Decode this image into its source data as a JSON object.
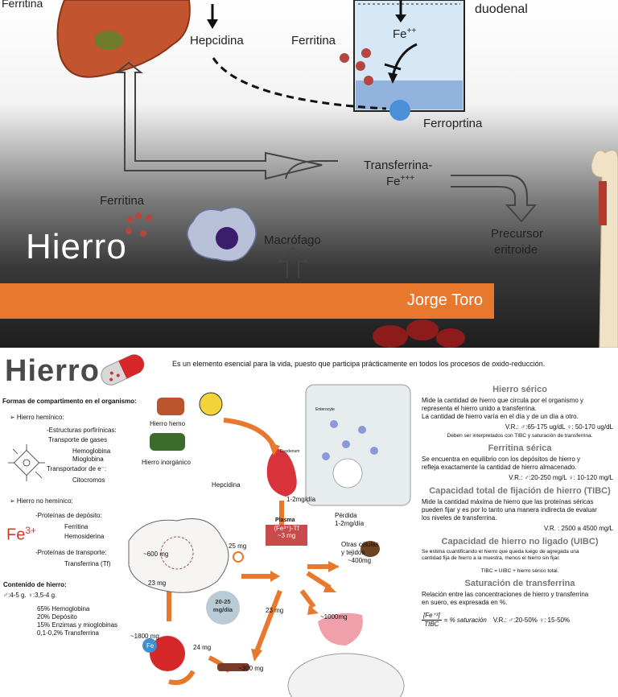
{
  "slide": {
    "labels": {
      "ferritina_top_left": "Ferritina",
      "hepcidina": "Hepcidina",
      "ferritina_mid": "Ferritina",
      "duodenal": "duodenal",
      "fe2": "Fe",
      "fe2_sup": "++",
      "ferroportina": "Ferroprtina",
      "transferrina_1": "Transferrina-",
      "transferrina_2": "Fe",
      "transferrina_sup": "+++",
      "ferritina_low": "Ferritina",
      "macrofago": "Macrófago",
      "precursor_1": "Precursor",
      "precursor_2": "eritroide"
    },
    "title": "Hierro",
    "author": "Jorge Toro",
    "colors": {
      "accent": "#e8782e",
      "vessel": "#3b6fb0",
      "iron_dot": "#b5463f"
    }
  },
  "info": {
    "title": "Hierro",
    "intro": "Es un elemento esencial para la vida, puesto que participa prácticamente en todos los procesos de oxido-reducción.",
    "left": {
      "heading": "Formas de compartimento en el organismo:",
      "hemic": "➢ Hierro hemínico:",
      "porphyrin": "-Estructuras porfirínicas:",
      "gas": "Transporte de gases",
      "hemoglobina": "Hemoglobina",
      "mioglobina": "Mioglobina",
      "electron": "Transportador de e⁻:",
      "citocromos": "Citocromos",
      "nonhemic": "➢ Hierro no hemínico:",
      "deposit": "-Proteínas de depósito:",
      "ferritina": "Ferritina",
      "hemosiderina": "Hemosiderina",
      "transport": "-Proteínas de transporte:",
      "transferrina": "Transferrina (Tf)",
      "fe3": "Fe",
      "fe3_sup": "3+",
      "content_heading": "Contenido de hierro:",
      "content_sex": "♂:4-5 g.     ♀:3,5-4 g.",
      "content_items": [
        "65% Hemoglobina",
        "20% Depósito",
        "15% Enzimas y mioglobinas",
        "0,1-0,2% Transferrina"
      ]
    },
    "center": {
      "hierro_hemo": "Hierro hemo",
      "hierro_inorganico": "Hierro inorgánico",
      "hepcidina": "Hepcidina",
      "duodenum": "Duodenum",
      "enterocyte": "Enterocyte",
      "dose": "1-2mg/día",
      "plasma": "Plasma",
      "plasma_box_1": "(Fe³⁺)-Tf",
      "plasma_box_2": "~3 mg",
      "perdida": "Pérdida",
      "perdida_val": "1-2mg/día",
      "otras_1": "Otras células",
      "otras_2": "y tejidos",
      "otras_val": "~400mg",
      "liver_val": "~1000mg",
      "macro_val": "~600 mg",
      "flow_25": "25 mg",
      "flow_23_left": "23 mg",
      "flow_23_right": "23 mg",
      "flow_24": "24 mg",
      "cycle_1": "20-25",
      "cycle_2": "mg/día",
      "rbc_val": "~1800 mg",
      "bone_val": "~300 mg",
      "fe_badge": "Fe"
    },
    "right": [
      {
        "heading": "Hierro sérico",
        "body": [
          "Mide la cantidad de hierro que circula por el organismo y",
          "representa el hierro unido a transferrina.",
          "La cantidad de hierro varía en el día y de un día a otro."
        ],
        "vr": "V.R.: ♂:65-175 ug/dL     ♀: 50-170 ug/dL",
        "note": "Deben ser interpretados con TIBC y saturación de transferrina."
      },
      {
        "heading": "Ferritina sérica",
        "body": [
          "Se encuentra en equilibrio con los depósitos de hierro y",
          "refleja exactamente la cantidad de hierro almacenado."
        ],
        "vr": "V.R.: ♂:20-250 mg/L     ♀: 10-120 mg/L"
      },
      {
        "heading": "Capacidad total de fijación de hierro (TIBC)",
        "body": [
          "Mide la cantidad máxima de hierro que las proteínas séricas",
          "pueden fijar y es por lo tanto una manera indirecta de evaluar",
          "los niveles de transferrina."
        ],
        "vr": "V.R. : 2500 a 4500 mg/L"
      },
      {
        "heading": "Capacidad de hierro no ligado (UIBC)",
        "body": [
          "Se estima cuantificando el hierro que queda luego de agregada una",
          "cantidad fija de hierro a la muestra, menos el hierro sin fijar."
        ],
        "formula": "TIBC = UIBC + hierro sérico total."
      },
      {
        "heading": "Saturación de transferrina",
        "body": [
          "Relación entre las concentraciones de hierro y transferrina",
          "en suero, es expresada en %."
        ],
        "eq_num": "[Fe⁺³]",
        "eq_den": "TIBC",
        "eq_rhs": "= % saturación",
        "vr": "V.R.: ♂:20-50%      ♀: 15-50%"
      }
    ]
  }
}
